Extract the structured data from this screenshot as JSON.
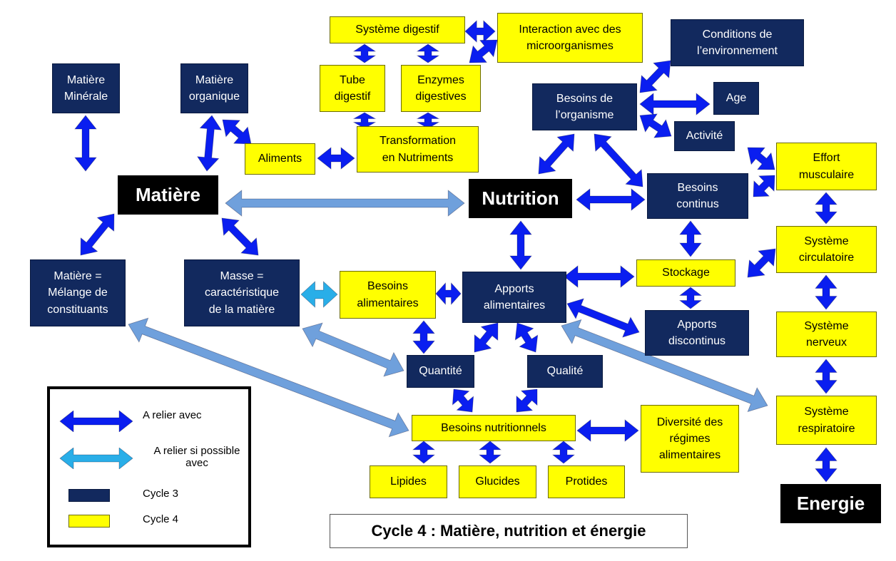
{
  "title": "Cycle 4 : Matière, nutrition et énergie",
  "colors": {
    "cycle3": "#12295e",
    "cycle4": "#ffff00",
    "core": "#000000",
    "arrow_required": "#0a1ef0",
    "arrow_optional": "#29aee8",
    "arrow_cross": "#6fa0dc"
  },
  "legend": {
    "required": "A relier  avec",
    "optional_line1": "A relier si possible",
    "optional_line2": "avec",
    "cycle3": "Cycle 3",
    "cycle4": "Cycle 4"
  },
  "nodes": {
    "matiere_minerale": {
      "label": "Matière\nMinérale",
      "level": "cycle3"
    },
    "matiere_organique": {
      "label": "Matière\norganique",
      "level": "cycle3"
    },
    "matiere": {
      "label": "Matière",
      "level": "core"
    },
    "melange": {
      "label": "Matière =\nMélange de\nconstituants",
      "level": "cycle3"
    },
    "masse": {
      "label": "Masse =\ncaractéristique\nde la matière",
      "level": "cycle3"
    },
    "aliments": {
      "label": "Aliments",
      "level": "cycle4"
    },
    "systeme_digestif": {
      "label": "Système digestif",
      "level": "cycle4"
    },
    "interaction": {
      "label": "Interaction avec des\nmicroorganismes",
      "level": "cycle4"
    },
    "tube_digestif": {
      "label": "Tube\ndigestif",
      "level": "cycle4"
    },
    "enzymes": {
      "label": "Enzymes\ndigestives",
      "level": "cycle4"
    },
    "transformation": {
      "label": "Transformation\nen Nutriments",
      "level": "cycle4"
    },
    "nutrition": {
      "label": "Nutrition",
      "level": "core"
    },
    "conditions_env": {
      "label": "Conditions de\nl’environnement",
      "level": "cycle3"
    },
    "besoins_organisme": {
      "label": "Besoins de\nl’organisme",
      "level": "cycle3"
    },
    "age": {
      "label": "Age",
      "level": "cycle3"
    },
    "activite": {
      "label": "Activité",
      "level": "cycle3"
    },
    "effort": {
      "label": "Effort\nmusculaire",
      "level": "cycle4"
    },
    "besoins_continus": {
      "label": "Besoins\ncontinus",
      "level": "cycle3"
    },
    "stockage": {
      "label": "Stockage",
      "level": "cycle4"
    },
    "systeme_circulatoire": {
      "label": "Système\ncirculatoire",
      "level": "cycle4"
    },
    "besoins_alimentaires": {
      "label": "Besoins\nalimentaires",
      "level": "cycle4"
    },
    "apports_alimentaires": {
      "label": "Apports\nalimentaires",
      "level": "cycle3"
    },
    "apports_discontinus": {
      "label": "Apports\ndiscontinus",
      "level": "cycle3"
    },
    "systeme_nerveux": {
      "label": "Système\nnerveux",
      "level": "cycle4"
    },
    "quantite": {
      "label": "Quantité",
      "level": "cycle3"
    },
    "qualite": {
      "label": "Qualité",
      "level": "cycle3"
    },
    "besoins_nutritionnels": {
      "label": "Besoins nutritionnels",
      "level": "cycle4"
    },
    "diversite": {
      "label": "Diversité des\nrégimes\nalimentaires",
      "level": "cycle4"
    },
    "systeme_respiratoire": {
      "label": "Système\nrespiratoire",
      "level": "cycle4"
    },
    "lipides": {
      "label": "Lipides",
      "level": "cycle4"
    },
    "glucides": {
      "label": "Glucides",
      "level": "cycle4"
    },
    "protides": {
      "label": "Protides",
      "level": "cycle4"
    },
    "energie": {
      "label": "Energie",
      "level": "core"
    }
  }
}
